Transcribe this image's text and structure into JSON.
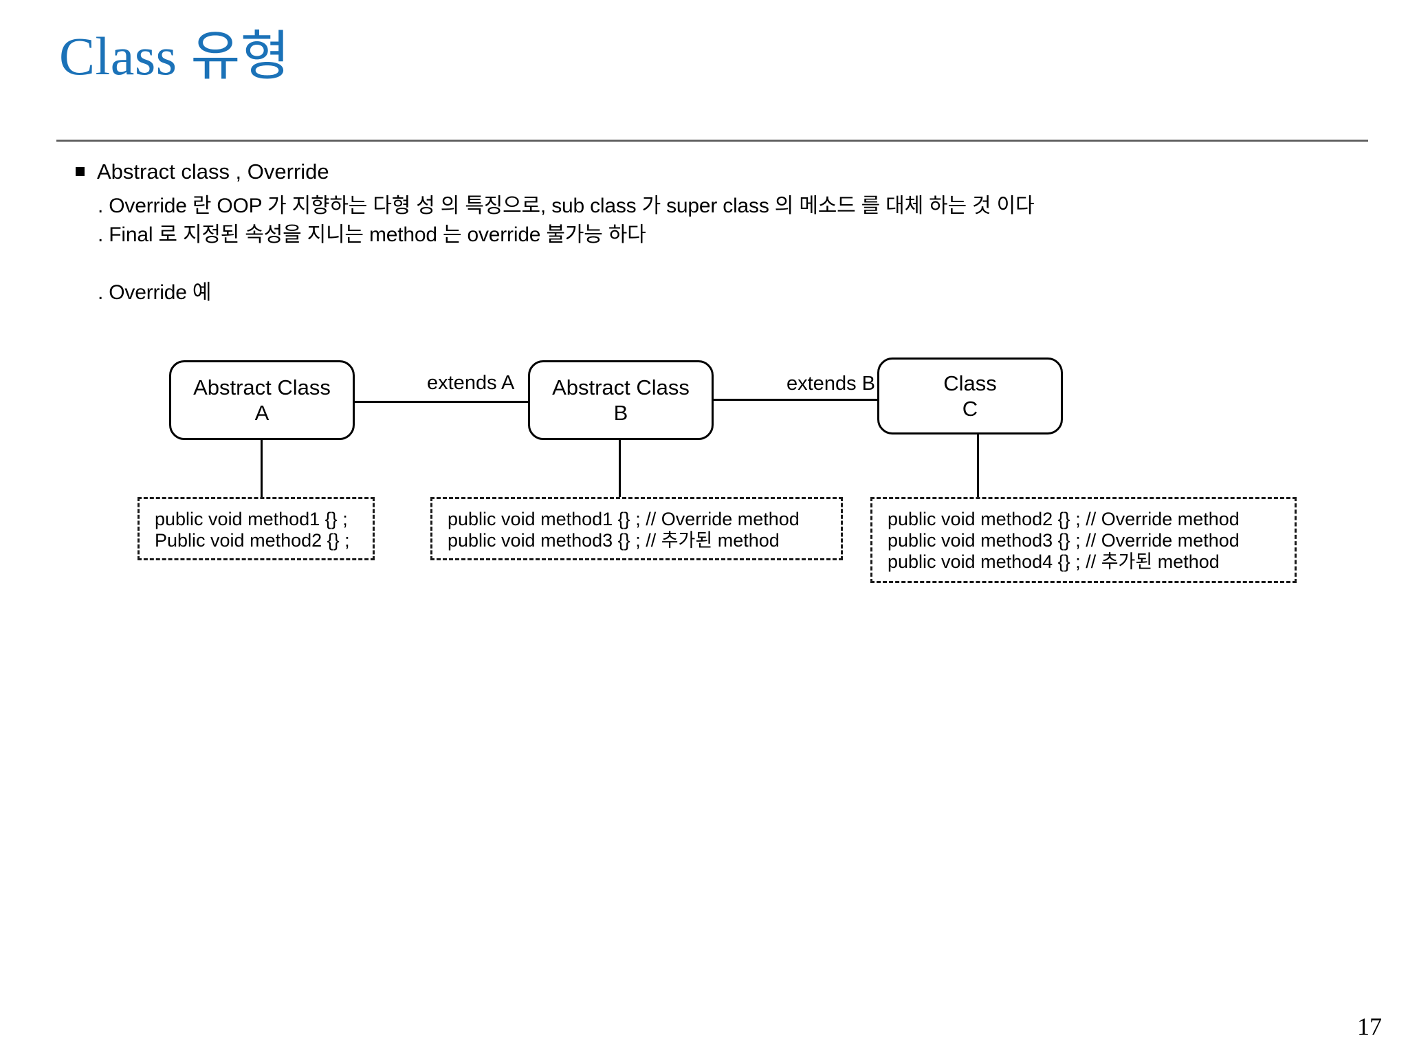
{
  "slide": {
    "title": "Class 유형",
    "title_color": "#1B72B8",
    "page_number": "17"
  },
  "bullet": {
    "icon": "square-bullet-icon",
    "text": "Abstract class  , Override"
  },
  "descriptions": [
    ". Override 란 OOP 가 지향하는 다형 성 의 특징으로, sub class 가 super class 의 메소드 를 대체 하는 것 이다",
    ". Final 로 지정된 속성을 지니는 method 는 override 불가능 하다",
    ". Override 예"
  ],
  "diagram": {
    "boxes": [
      {
        "line1": "Abstract Class",
        "line2": "A"
      },
      {
        "line1": "Abstract Class",
        "line2": "B"
      },
      {
        "line1": "Class",
        "line2": "C"
      }
    ],
    "edge_labels": [
      "extends A",
      "extends B"
    ],
    "code_blocks": [
      {
        "lines": [
          "public void method1 {} ;",
          "Public void method2 {} ;"
        ]
      },
      {
        "lines": [
          "public void method1 {} ;  // Override  method",
          "public void method3 {} ;  // 추가된 method"
        ]
      },
      {
        "lines": [
          "public void method2 {} ;  // Override method",
          "public void method3 {} ;  // Override method",
          "public void method4 {} ;  // 추가된 method"
        ]
      }
    ]
  }
}
